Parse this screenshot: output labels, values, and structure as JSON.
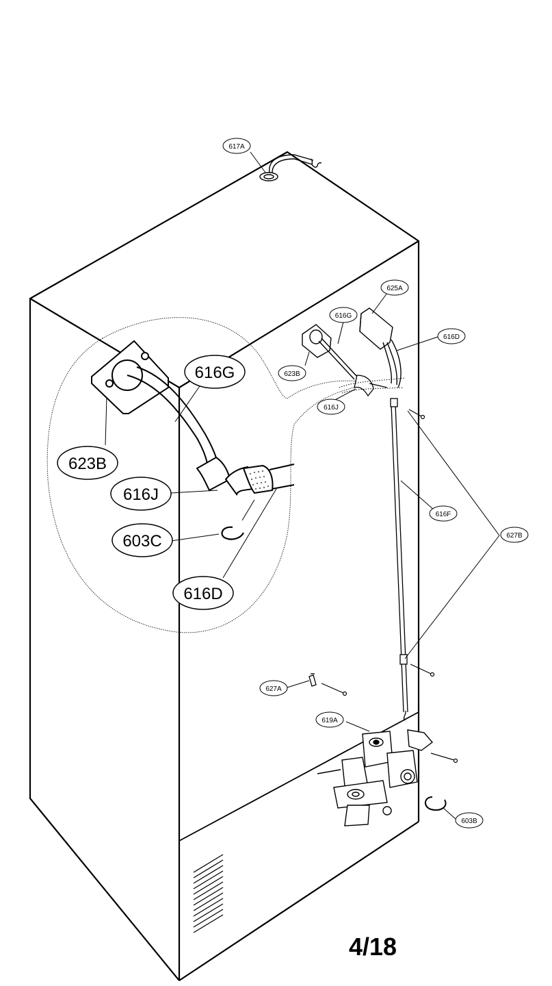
{
  "page_number": "4/18",
  "callouts": {
    "c617A": "617A",
    "c625A": "625A",
    "c616G_small": "616G",
    "c616D_small": "616D",
    "c623B_small": "623B",
    "c616J_small": "616J",
    "c616F": "616F",
    "c627B": "627B",
    "c627A": "627A",
    "c619A": "619A",
    "c603B": "603B",
    "c616G_big": "616G",
    "c623B_big": "623B",
    "c616J_big": "616J",
    "c603C_big": "603C",
    "c616D_big": "616D"
  }
}
